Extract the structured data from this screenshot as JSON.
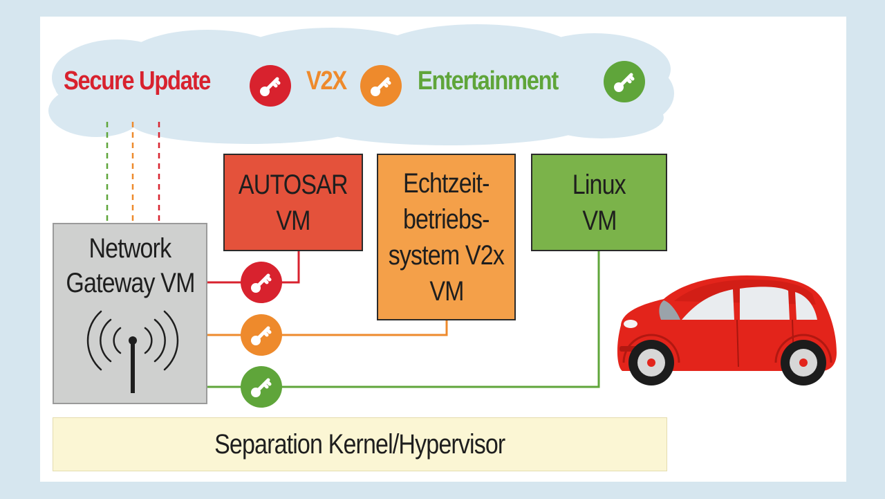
{
  "legend": {
    "secure_update": "Secure Update",
    "v2x": "V2X",
    "entertainment": "Entertainment"
  },
  "vms": {
    "autosar": [
      "AUTOSAR",
      "VM"
    ],
    "echtzeit": [
      "Echtzeit-",
      "betriebs-",
      "system V2x",
      "VM"
    ],
    "linux": [
      "Linux",
      "VM"
    ],
    "gateway": [
      "Network",
      "Gateway VM"
    ]
  },
  "kernel_label": "Separation Kernel/Hypervisor",
  "colors": {
    "background": "#d6e6ef",
    "secure_update": "#d8222e",
    "v2x": "#ee8a2c",
    "entertainment": "#5fa53a",
    "autosar_fill": "#e4523b",
    "echtzeit_fill": "#f4a049",
    "linux_fill": "#7bb34a",
    "gateway_fill": "#cfd0cf",
    "kernel_fill": "#fbf6d4",
    "cloud_fill": "#d9e8f1",
    "car_body": "#e3241b"
  },
  "icons": [
    "key-icon",
    "antenna-icon",
    "car-icon",
    "cloud-icon"
  ]
}
